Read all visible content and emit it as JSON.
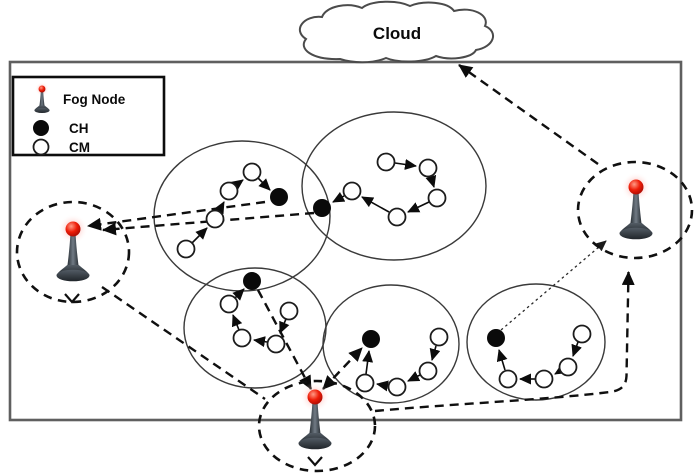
{
  "cloud": {
    "label": "Cloud"
  },
  "legend": {
    "items": [
      {
        "icon": "fog-node-icon",
        "label": "Fog Node"
      },
      {
        "icon": "ch-dot",
        "label": "CH"
      },
      {
        "icon": "cm-dot",
        "label": "CM"
      }
    ]
  },
  "colors": {
    "background": "#ffffff",
    "line_black": "#0f0f0f",
    "border_gray": "#5f5f5f",
    "fog_ball_red": "#e81310",
    "fog_glow_pink": "#ffc9c4",
    "fog_stand_dark": "#343b42",
    "ch_fill": "#0a0a0a",
    "cm_fill": "#ffffff"
  },
  "diagram": {
    "description": "Clustered sensor network: CM chains forward to CH nodes, CH nodes send to Fog Nodes over dashed links, fog nodes relay toward the Cloud.",
    "clusters": [
      {
        "id": "cluster-1",
        "ch_count": 1,
        "cm_count": 4,
        "chain": [
          "CM",
          "CM",
          "CM",
          "CM",
          "CH"
        ]
      },
      {
        "id": "cluster-2",
        "ch_count": 1,
        "cm_count": 5,
        "chain": [
          "CM",
          "CM",
          "CM",
          "CM",
          "CM",
          "CH"
        ]
      },
      {
        "id": "cluster-3",
        "ch_count": 1,
        "cm_count": 4,
        "chain": [
          "CM",
          "CM",
          "CM",
          "CM",
          "CH"
        ]
      },
      {
        "id": "cluster-4",
        "ch_count": 1,
        "cm_count": 4,
        "chain": [
          "CM",
          "CM",
          "CM",
          "CM",
          "CH"
        ]
      },
      {
        "id": "cluster-5",
        "ch_count": 1,
        "cm_count": 4,
        "chain": [
          "CM",
          "CM",
          "CM",
          "CM",
          "CH"
        ]
      }
    ],
    "fog_nodes": [
      {
        "id": "fog-left"
      },
      {
        "id": "fog-bottom"
      },
      {
        "id": "fog-right"
      }
    ],
    "links": [
      {
        "from": "cluster-1-CH",
        "to": "fog-left",
        "style": "dashed-arrow"
      },
      {
        "from": "cluster-2-CH",
        "to": "fog-left",
        "style": "dashed-arrow"
      },
      {
        "from": "cluster-3-CH",
        "to": "fog-bottom",
        "style": "dashed-arrow"
      },
      {
        "from": "fog-bottom",
        "to": "cluster-4-CH",
        "style": "dashed-double-arrow"
      },
      {
        "from": "fog-left",
        "to": "fog-bottom",
        "style": "dashed-line"
      },
      {
        "from": "fog-bottom",
        "to": "fog-right",
        "style": "dashed-arrow"
      },
      {
        "from": "cluster-5-CH",
        "to": "fog-right",
        "style": "dotted-arrow"
      },
      {
        "from": "fog-right",
        "to": "cloud",
        "style": "dashed-arrow"
      }
    ]
  }
}
